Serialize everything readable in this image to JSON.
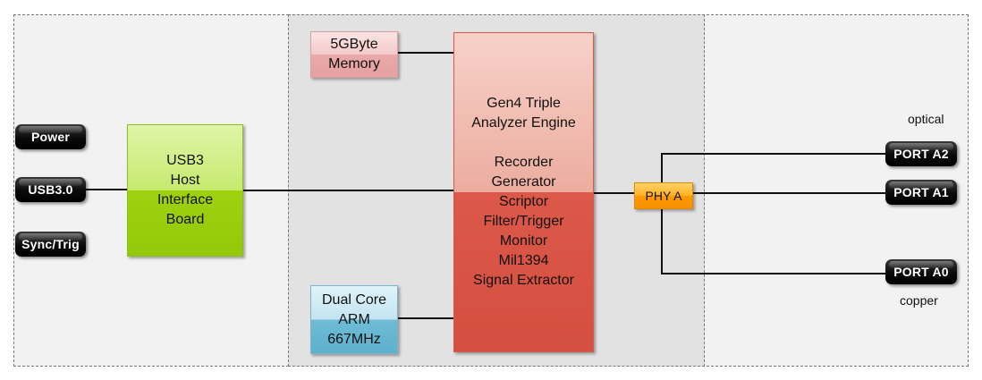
{
  "inputs": {
    "power": "Power",
    "usb": "USB3.0",
    "sync": "Sync/Trig"
  },
  "usb_board": {
    "lines": [
      "USB3",
      "Host",
      "Interface",
      "Board"
    ]
  },
  "memory": {
    "lines": [
      "5GByte",
      "Memory"
    ]
  },
  "arm": {
    "lines": [
      "Dual Core",
      "ARM",
      "667MHz"
    ]
  },
  "engine": {
    "title_lines": [
      "Gen4 Triple",
      "Analyzer Engine"
    ],
    "functions": [
      "Recorder",
      "Generator",
      "Scriptor",
      "Filter/Trigger",
      "Monitor",
      "Mil1394",
      "Signal Extractor"
    ]
  },
  "phy": {
    "label": "PHY A"
  },
  "ports": {
    "a2": "PORT A2",
    "a1": "PORT A1",
    "a0": "PORT A0"
  },
  "labels": {
    "optical": "optical",
    "copper": "copper"
  },
  "colors": {
    "usb_board": "#9fd10f",
    "memory": "#eaa9a9",
    "arm": "#6fbcd6",
    "engine": "#dc5848",
    "phy": "#ff9900",
    "port": "#000000"
  }
}
